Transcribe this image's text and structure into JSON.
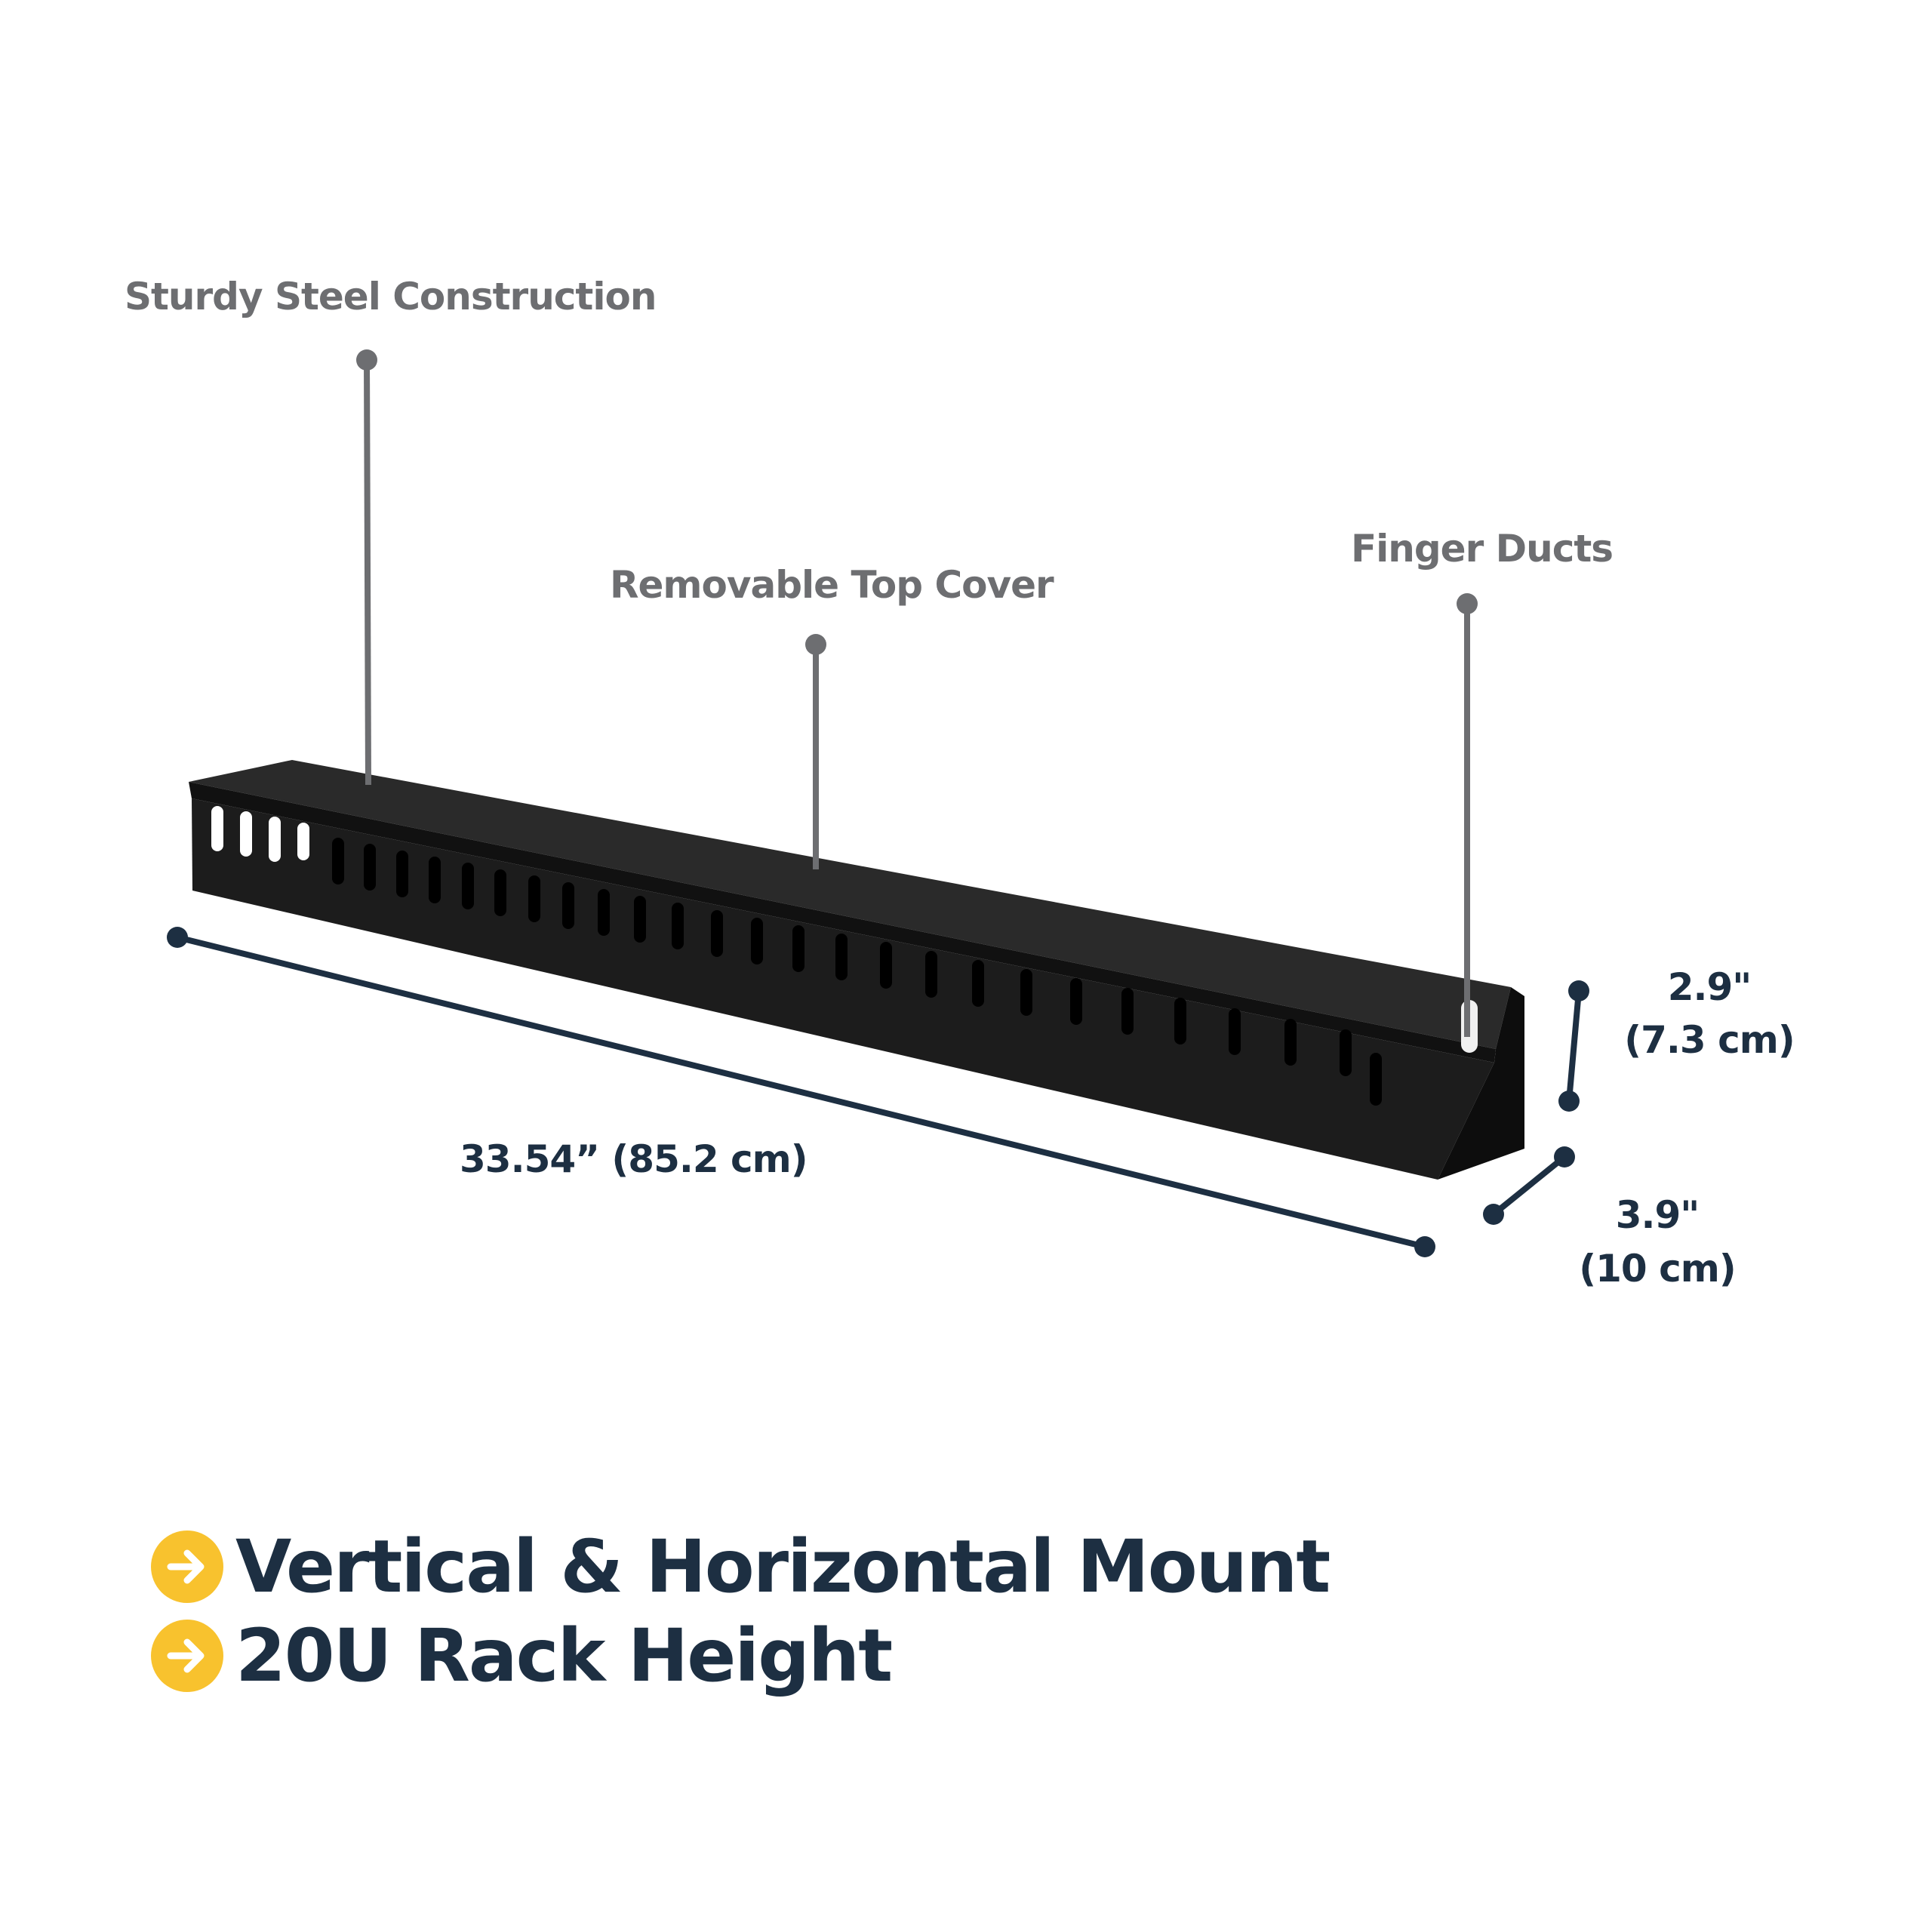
{
  "callouts": {
    "steel": "Sturdy Steel Construction",
    "cover": "Removable Top Cover",
    "ducts": "Finger Ducts"
  },
  "dimensions": {
    "length": "33.54” (85.2 cm)",
    "height_in": "2.9\"",
    "height_cm": "(7.3 cm)",
    "depth_in": "3.9\"",
    "depth_cm": "(10 cm)"
  },
  "features": [
    {
      "icon": "arrow-right-circle-icon",
      "label": "Vertical & Horizontal Mount"
    },
    {
      "icon": "arrow-right-circle-icon",
      "label": "20U Rack Height"
    }
  ],
  "colors": {
    "callout_text": "#6d6e71",
    "dimension_navy": "#1d2f42",
    "accent_yellow": "#f8c22e",
    "product_black": "#1c1c1c"
  }
}
